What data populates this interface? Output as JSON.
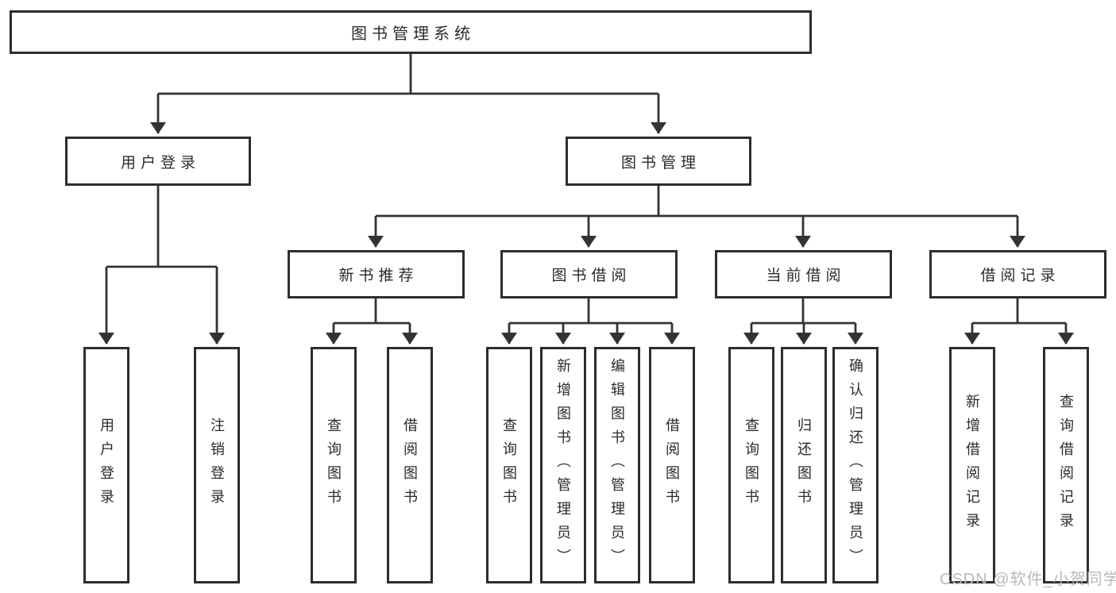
{
  "nodes": {
    "root": "图书管理系统",
    "level2": {
      "user_login": "用户登录",
      "book_management": "图书管理"
    },
    "level3": {
      "new_books": "新书推荐",
      "book_borrow": "图书借阅",
      "current_borrow": "当前借阅",
      "borrow_records": "借阅记录"
    },
    "leaves": {
      "user_login": [
        "用户登录",
        "注销登录"
      ],
      "new_books": [
        "查询图书",
        "借阅图书"
      ],
      "book_borrow": [
        "查询图书",
        "新增图书（管理员）",
        "编辑图书（管理员）",
        "借阅图书"
      ],
      "current_borrow": [
        "查询图书",
        "归还图书",
        "确认归还（管理员）"
      ],
      "borrow_records": [
        "新增借阅记录",
        "查询借阅记录"
      ]
    }
  },
  "watermark": "CSDN @软件_小贺同学",
  "colors": {
    "line": "#333333",
    "border": "#2d2d2d",
    "text": "#2b2b2b",
    "watermark": "#b9b9bb",
    "background": "#ffffff"
  }
}
